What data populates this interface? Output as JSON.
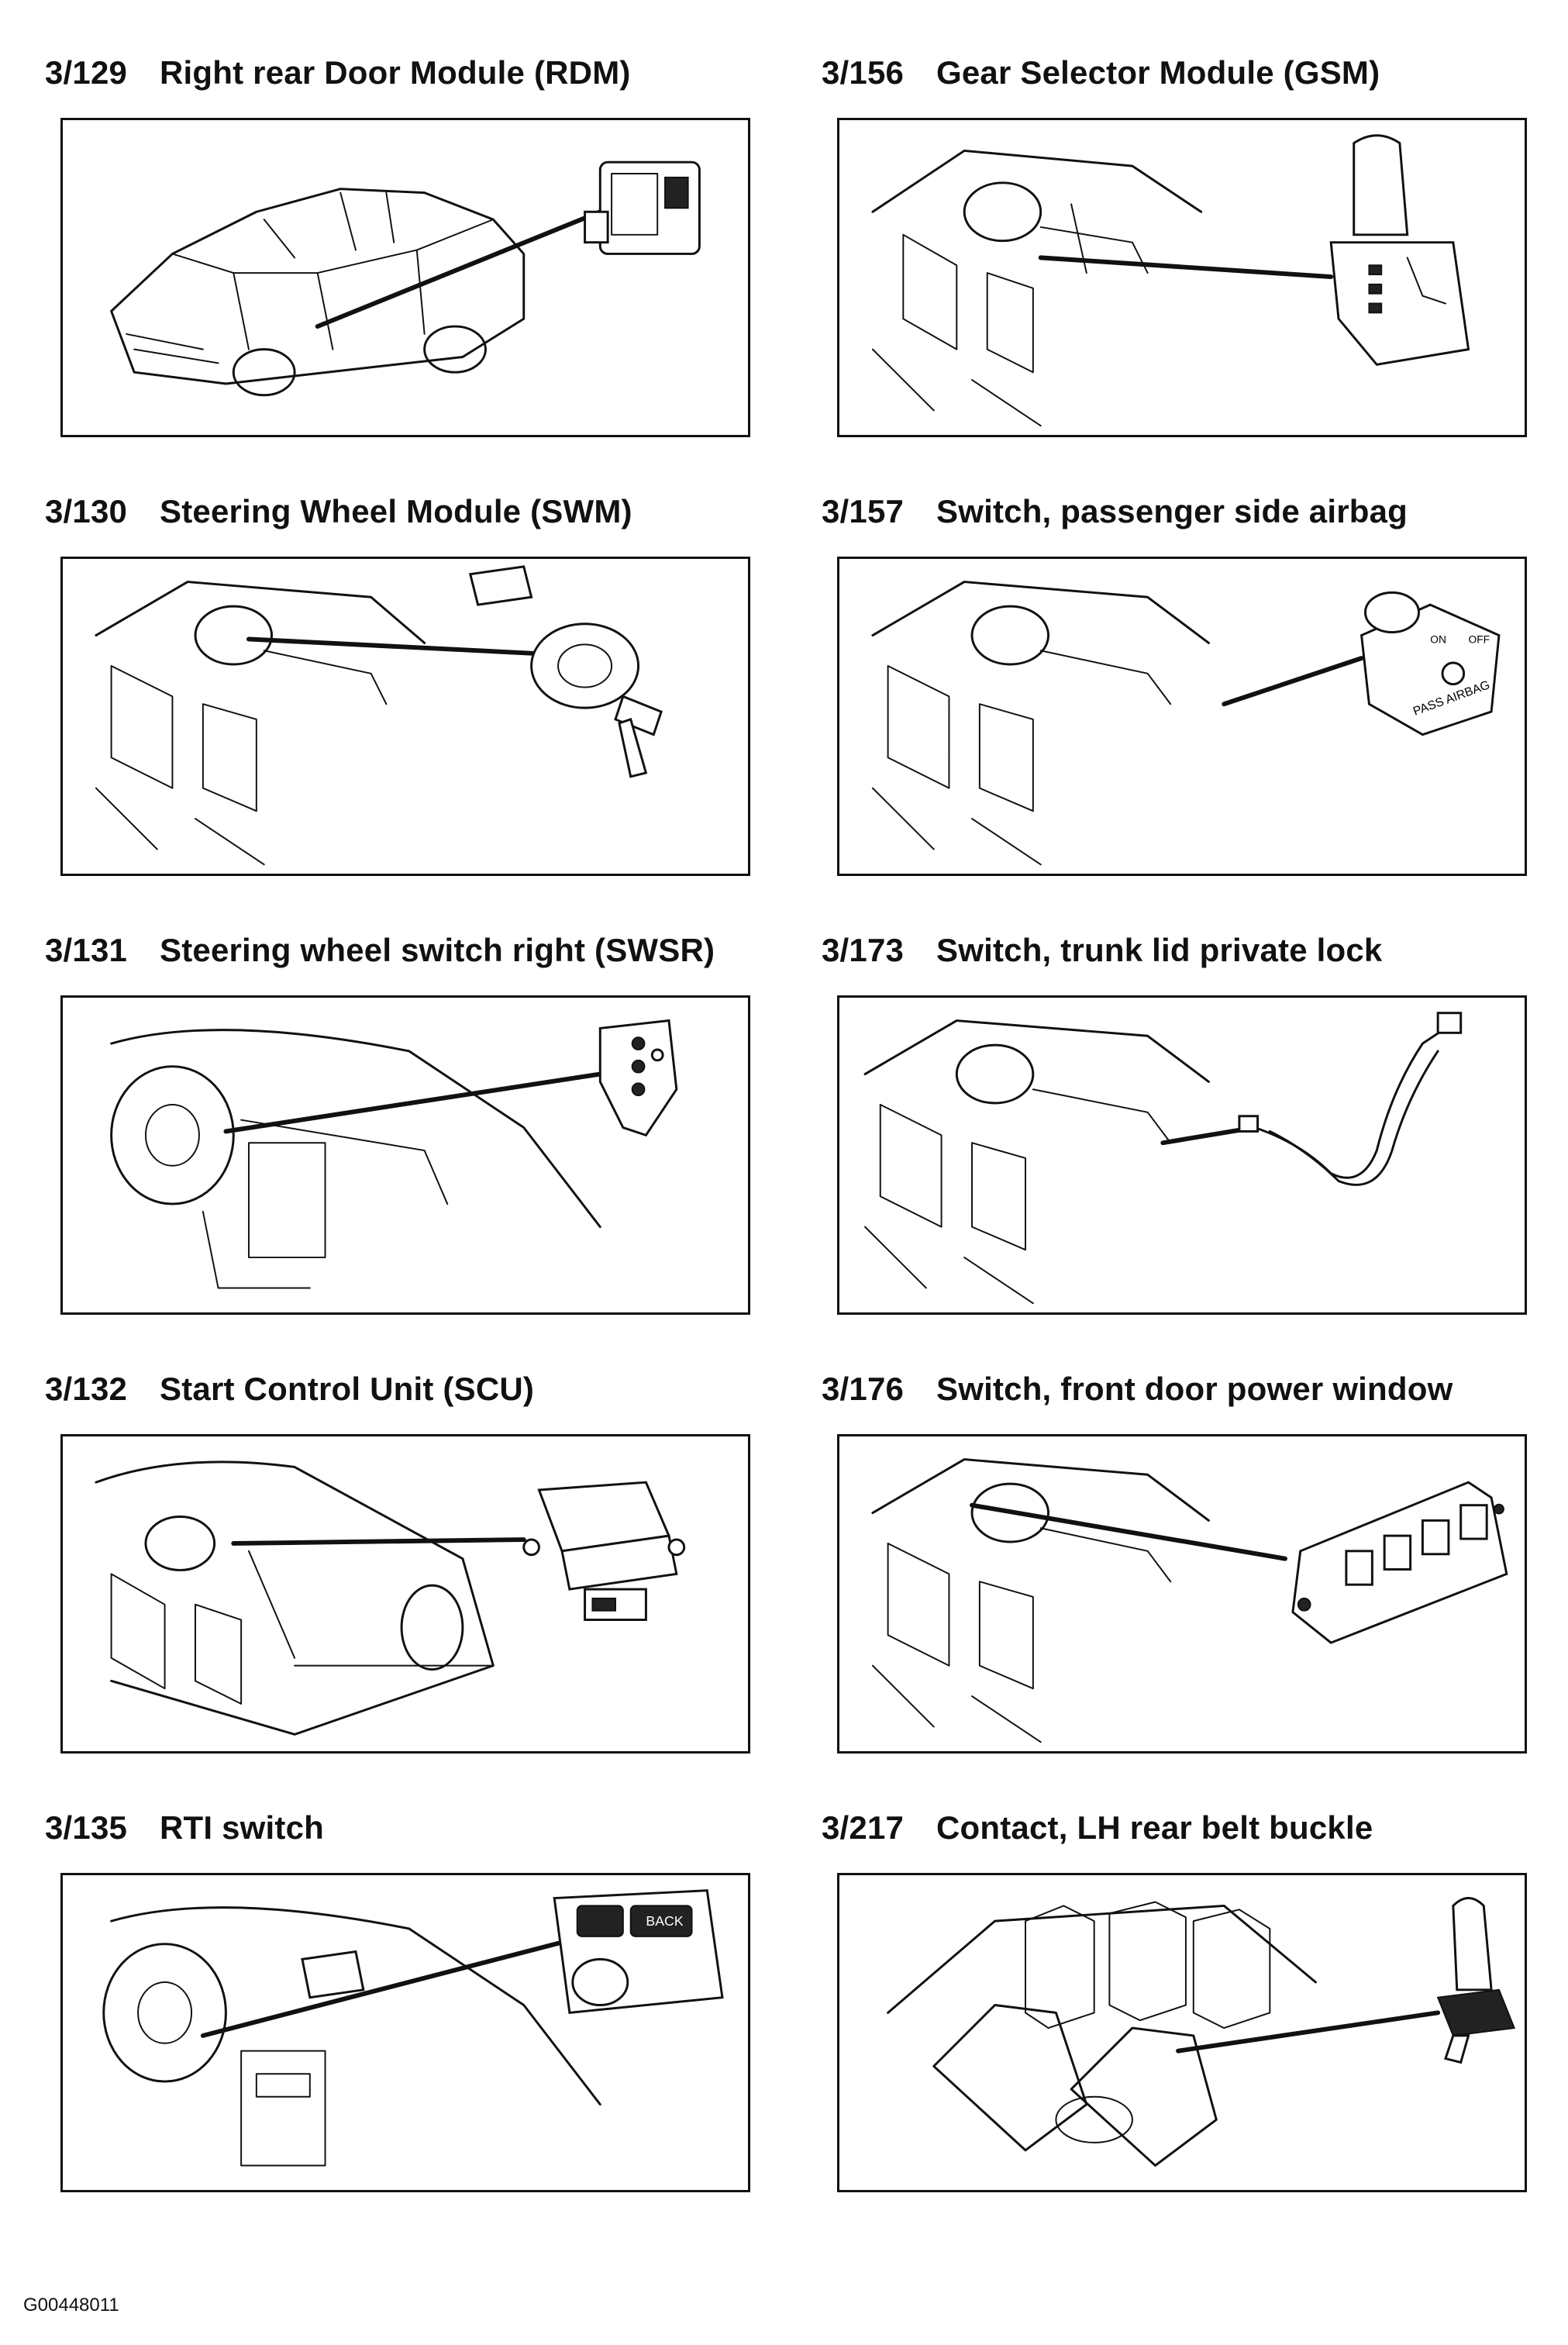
{
  "items": [
    {
      "code": "3/129",
      "label": "Right rear Door Module (RDM)"
    },
    {
      "code": "3/156",
      "label": "Gear Selector Module (GSM)"
    },
    {
      "code": "3/130",
      "label": "Steering Wheel Module (SWM)"
    },
    {
      "code": "3/157",
      "label": "Switch, passenger side airbag"
    },
    {
      "code": "3/131",
      "label": "Steering wheel switch right (SWSR)"
    },
    {
      "code": "3/173",
      "label": "Switch, trunk lid private lock"
    },
    {
      "code": "3/132",
      "label": "Start Control Unit (SCU)"
    },
    {
      "code": "3/176",
      "label": "Switch, front door power window"
    },
    {
      "code": "3/135",
      "label": "RTI switch"
    },
    {
      "code": "3/217",
      "label": "Contact, LH rear belt buckle"
    }
  ],
  "component_labels": {
    "airbag_switch": "PASS AIRBAG",
    "airbag_on": "ON",
    "airbag_off": "OFF",
    "rti_back": "BACK"
  },
  "footer_code": "G00448011"
}
